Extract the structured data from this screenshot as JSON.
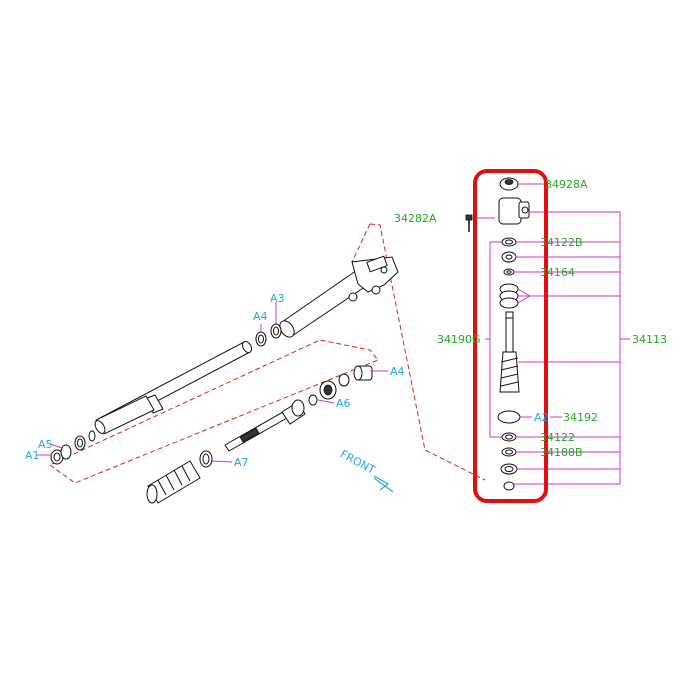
{
  "colors": {
    "part_number_green": "#22aa22",
    "callout_cyan": "#22aadd",
    "leader_magenta": "#cc33cc",
    "dashed_red": "#e02020",
    "highlight_red": "#e01010"
  },
  "part_numbers": {
    "p34928A": "34928A",
    "p34282A": "34282A",
    "p34122B": "34122B",
    "p34164": "34164",
    "p34190G": "34190G",
    "p34113": "34113",
    "p34192": "34192",
    "p34122": "34122",
    "p34188B": "34188B"
  },
  "callouts": {
    "a1": "A1",
    "a2": "A2",
    "a3": "A3",
    "a4_upper": "A4",
    "a4_right": "A4",
    "a5": "A5",
    "a6": "A6",
    "a7": "A7"
  },
  "front_label": "FRONT",
  "highlight": {
    "shape": "rounded-rectangle",
    "color": "#e01010"
  }
}
